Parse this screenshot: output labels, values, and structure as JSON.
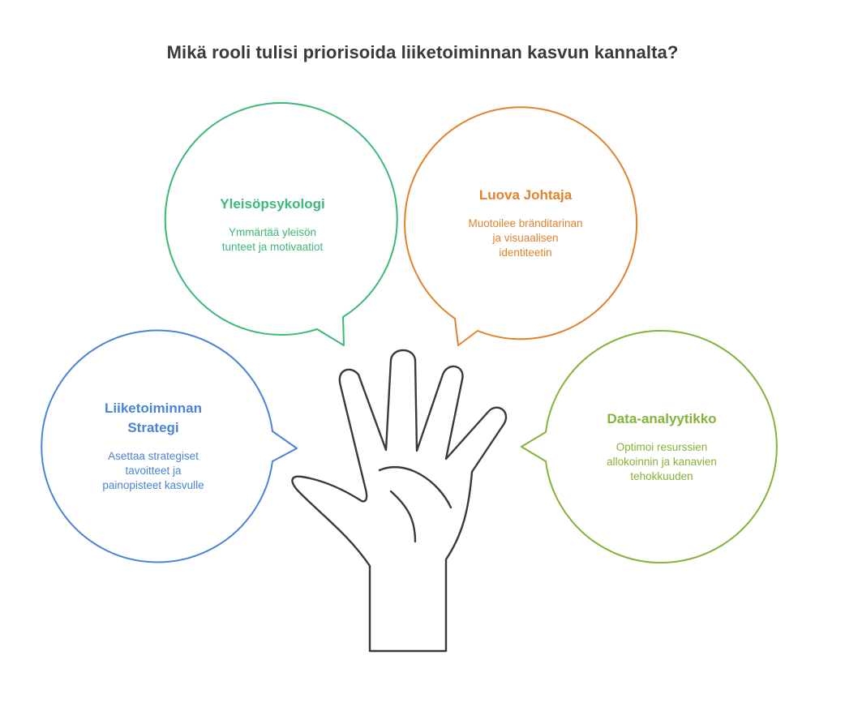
{
  "title": "Mikä rooli tulisi priorisoida liiketoiminnan kasvun kannalta?",
  "colors": {
    "green": "#3cb878",
    "orange": "#e0832c",
    "blue": "#4a84d6",
    "lime": "#85b33a",
    "hand": "#3a3a3a"
  },
  "roles": {
    "psychologist": {
      "title": "Yleisöpsykologi",
      "desc_line1": "Ymmärtää yleisön",
      "desc_line2": "tunteet ja motivaatiot"
    },
    "creative": {
      "title": "Luova Johtaja",
      "desc_line1": "Muotoilee bränditarinan",
      "desc_line2": "ja visuaalisen",
      "desc_line3": "identiteetin"
    },
    "strategist": {
      "title_line1": "Liiketoiminnan",
      "title_line2": "Strategi",
      "desc_line1": "Asettaa strategiset",
      "desc_line2": "tavoitteet ja",
      "desc_line3": "painopisteet kasvulle"
    },
    "analyst": {
      "title": "Data-analyytikko",
      "desc_line1": "Optimoi resurssien",
      "desc_line2": "allokoinnin ja kanavien",
      "desc_line3": "tehokkuuden"
    }
  }
}
